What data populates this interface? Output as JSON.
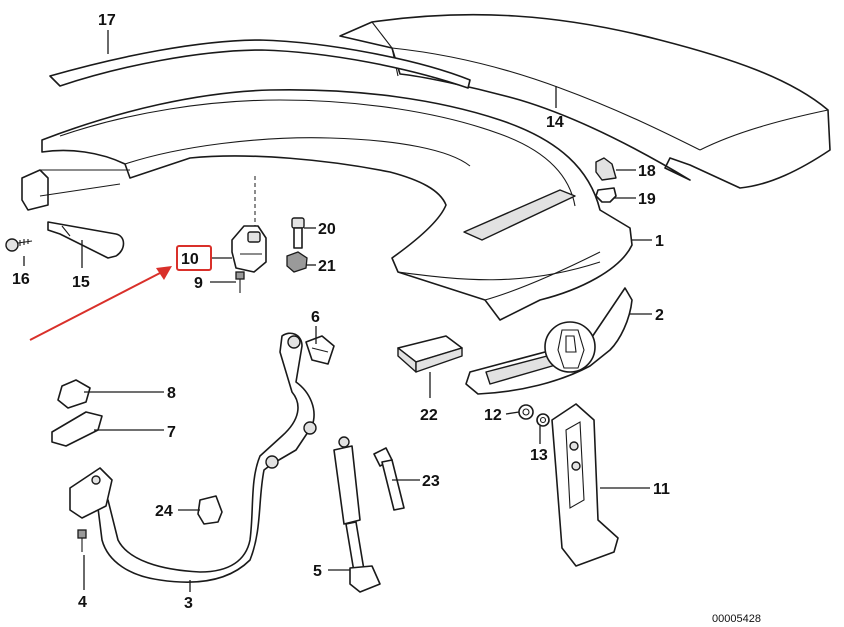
{
  "callouts": {
    "c1": "1",
    "c2": "2",
    "c3": "3",
    "c4": "4",
    "c5": "5",
    "c6": "6",
    "c7": "7",
    "c8": "8",
    "c9": "9",
    "c10": "10",
    "c11": "11",
    "c12": "12",
    "c13": "13",
    "c14": "14",
    "c15": "15",
    "c16": "16",
    "c17": "17",
    "c18": "18",
    "c19": "19",
    "c20": "20",
    "c21": "21",
    "c22": "22",
    "c23": "23",
    "c24": "24"
  },
  "diagram_code": "00005428",
  "highlight": {
    "part": "10",
    "color": "#d9302a"
  }
}
